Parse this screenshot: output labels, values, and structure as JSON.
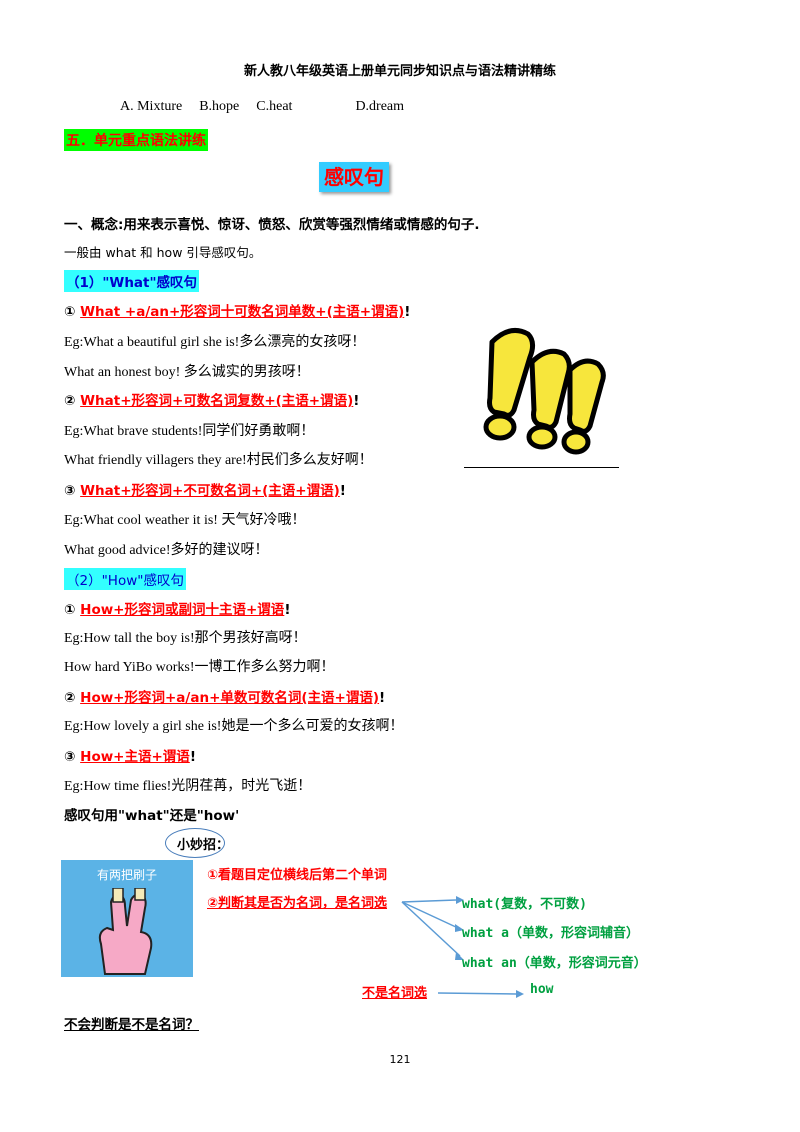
{
  "header": {
    "title": "新人教八年级英语上册单元同步知识点与语法精讲精练"
  },
  "options": [
    "A. Mixture",
    "B.hope",
    "C.heat",
    "D.dream"
  ],
  "section5": {
    "label": "五．单元重点语法讲练"
  },
  "topic": {
    "title": "感叹句"
  },
  "concept": {
    "line": "一、概念:用来表示喜悦、惊讶、愤怒、欣赏等强烈情绪或情感的句子.",
    "intro": "一般由 what 和 how 引导感叹句。"
  },
  "what_section": {
    "label": "（1）\"What\"感叹句",
    "rules": [
      {
        "num": "①",
        "text": "What +a/an+形容词十可数名词单数+(主语+谓语)",
        "end": "!",
        "examples": [
          "Eg:What a beautiful girl she is!多么漂亮的女孩呀！",
          "What an honest boy!      多么诚实的男孩呀！"
        ]
      },
      {
        "num": "②",
        "text": "What+形容词+可数名词复数+(主语+谓语)",
        "end": "!",
        "examples": [
          "Eg:What brave students!同学们好勇敢啊！",
          "What friendly villagers they are!村民们多么友好啊！"
        ]
      },
      {
        "num": "③",
        "text": "What+形容词+不可数名词+(主语+谓语)",
        "end": "!",
        "examples": [
          "Eg:What cool weather it is!    天气好冷哦！",
          "What good advice!多好的建议呀！"
        ]
      }
    ]
  },
  "how_section": {
    "label": "（2）\"How\"感叹句",
    "rules": [
      {
        "num": "①",
        "text": "How+形容词或副词十主语+谓语",
        "end": "!",
        "examples": [
          "Eg:How tall the boy is!那个男孩好高呀！",
          "How hard YiBo works!一博工作多么努力啊！"
        ]
      },
      {
        "num": "②",
        "text": "How+形容词+a/an+单数可数名词(主语+谓语)",
        "end": "!",
        "examples": [
          "Eg:How lovely a girl she is!她是一个多么可爱的女孩啊！"
        ]
      },
      {
        "num": "③",
        "text": "How+主语+谓语",
        "end": "!",
        "examples": [
          "Eg:How time flies!光阴荏苒，时光飞逝！"
        ]
      }
    ]
  },
  "choose": {
    "question": "感叹句用\"what\"还是\"how'",
    "tip_label": "小妙招：",
    "pic_text": "有两把刷子",
    "step1": "①看题目定位横线后第二个单词",
    "step2": "②判断其是否为名词，是名词选",
    "branches": [
      "what(复数，不可数)",
      "what a（单数，形容词辅音）",
      "what an（单数，形容词元音）"
    ],
    "not_noun": "不是名词选",
    "not_noun_result": "how",
    "final_q": "不会判断是不是名词？"
  },
  "colors": {
    "green": "#00ff00",
    "cyan": "#33ffff",
    "red": "#ff0000",
    "blue_title": "#33ccff"
  },
  "page_number": "121"
}
